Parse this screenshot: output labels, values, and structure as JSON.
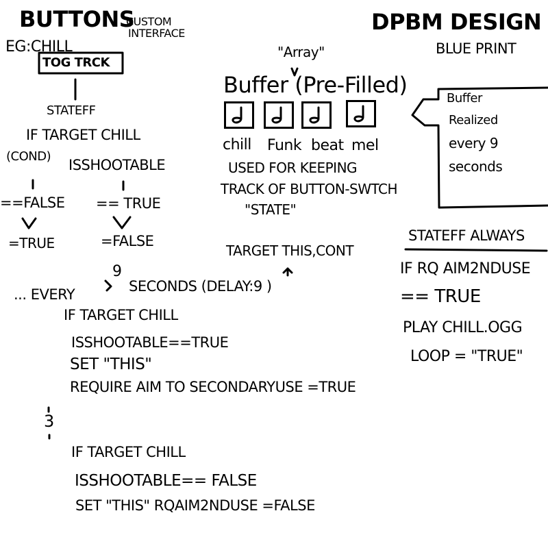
{
  "left": {
    "buttons_title": "BUTTONS",
    "custom_interface": [
      "CUSTOM",
      "INTERFACE"
    ],
    "example_label": "EG:CHILL",
    "tog_box_label": "TOG TRCK",
    "stateff": "STATEFF",
    "if_target_chill": "IF TARGET CHILL",
    "cond": "(COND)",
    "isshootable": "ISSHOOTABLE",
    "eq_false": "==FALSE",
    "eq_true": "== TRUE",
    "set_true": "=TRUE",
    "set_false": "=FALSE"
  },
  "header": {
    "title": "DPBM DESIGN",
    "subtitle": "BLUE PRINT"
  },
  "buffer": {
    "array_note": "\"Array\"",
    "label": "Buffer (Pre-Filled)",
    "slots": [
      "chill",
      "Funk",
      "beat",
      "mel"
    ],
    "icon": "music-note-icon",
    "caption": [
      "USED FOR KEEPING",
      "TRACK OF BUTTON-SWTCH",
      "\"STATE\""
    ],
    "side_note": [
      "Buffer",
      "Realized",
      "every 9",
      "seconds"
    ]
  },
  "target_cont": "TARGET THIS,CONT",
  "stateff_always": {
    "title": "STATEFF ALWAYS",
    "lines": [
      "IF RQ AIM2NDUSE",
      "== TRUE",
      "PLAY CHILL.OGG",
      "LOOP = \"TRUE\""
    ]
  },
  "loop": {
    "every": "... EVERY",
    "nine": "9",
    "seconds": "SECONDS (DELAY:9 )",
    "block1": [
      "IF TARGET CHILL",
      "ISSHOOTABLE==TRUE",
      "SET \"THIS\"",
      "REQUIRE AIM TO SECONDARYUSE =TRUE"
    ],
    "separator": "3",
    "block2": [
      "IF TARGET CHILL",
      "ISSHOOTABLE== FALSE",
      "SET \"THIS\"   RQAIM2NDUSE =FALSE"
    ]
  }
}
